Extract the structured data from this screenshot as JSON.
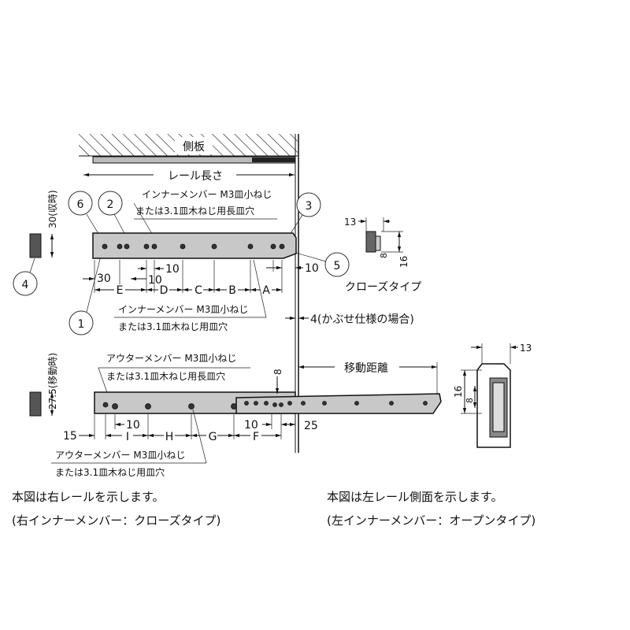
{
  "labels": {
    "side_panel": "側板",
    "rail_length": "レール長さ",
    "inner_slot_1": "インナーメンバー M3皿小ねじ",
    "inner_slot_2": "または3.1皿木ねじ用長皿穴",
    "inner_hole_1": "インナーメンバー M3皿小ねじ",
    "inner_hole_2": "または3.1皿木ねじ用皿穴",
    "outer_slot_1": "アウターメンバー M3皿小ねじ",
    "outer_slot_2": "または3.1皿木ねじ用長皿穴",
    "outer_hole_1": "アウターメンバー M3皿小ねじ",
    "outer_hole_2": "または3.1皿木ねじ用皿穴",
    "closed_height": "30(収時)",
    "moving_height": "27.5(移動時)",
    "close_type": "クローズタイプ",
    "overlay": "4(かぶせ仕様の場合)",
    "travel": "移動距離"
  },
  "callouts": [
    "6",
    "2",
    "3",
    "5",
    "4",
    "1"
  ],
  "dims": {
    "top": {
      "d30": "30",
      "d10a": "10",
      "d10b": "10",
      "d10c": "10",
      "E": "E",
      "D": "D",
      "C": "C",
      "B": "B",
      "A": "A"
    },
    "bottom": {
      "d15": "15",
      "d10a": "10",
      "d10b": "10",
      "d25": "25",
      "d8": "8",
      "I": "I",
      "H": "H",
      "G": "G",
      "F": "F"
    },
    "close_inset": {
      "w": "13",
      "h16": "16",
      "h8": "8"
    },
    "open_inset": {
      "w": "13",
      "h16": "16",
      "h8": "8"
    }
  },
  "captions": {
    "left_1": "本図は右レールを示します。",
    "left_2": "(右インナーメンバー：クローズタイプ)",
    "right_1": "本図は左レール側面を示します。",
    "right_2": "(左インナーメンバー：オープンタイプ)"
  }
}
